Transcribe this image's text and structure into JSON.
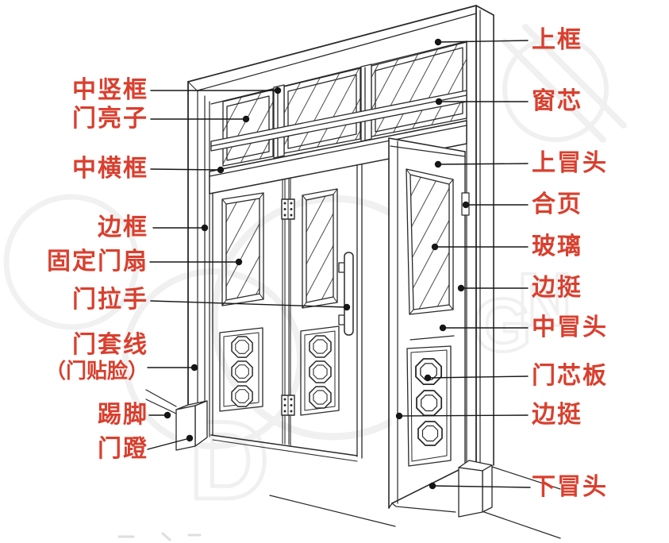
{
  "diagram": {
    "colors": {
      "label_red": "#d93f2e",
      "line_black": "#222222",
      "background": "#ffffff"
    },
    "left_labels": [
      {
        "text": "中竖框"
      },
      {
        "text": "门亮子"
      },
      {
        "text": "中横框"
      },
      {
        "text": "边框"
      },
      {
        "text": "固定门扇"
      },
      {
        "text": "门拉手"
      },
      {
        "text": "门套线"
      },
      {
        "text": "（门贴脸）"
      },
      {
        "text": "踢脚"
      },
      {
        "text": "门蹬"
      }
    ],
    "right_labels": [
      {
        "text": "上框"
      },
      {
        "text": "窗芯"
      },
      {
        "text": "上冒头"
      },
      {
        "text": "合页"
      },
      {
        "text": "玻璃"
      },
      {
        "text": "边挺"
      },
      {
        "text": "中冒头"
      },
      {
        "text": "门芯板"
      },
      {
        "text": "边挺"
      },
      {
        "text": "下冒头"
      }
    ],
    "watermark_letters": [
      {
        "text": "D"
      },
      {
        "text": "G"
      },
      {
        "text": "N"
      }
    ]
  }
}
